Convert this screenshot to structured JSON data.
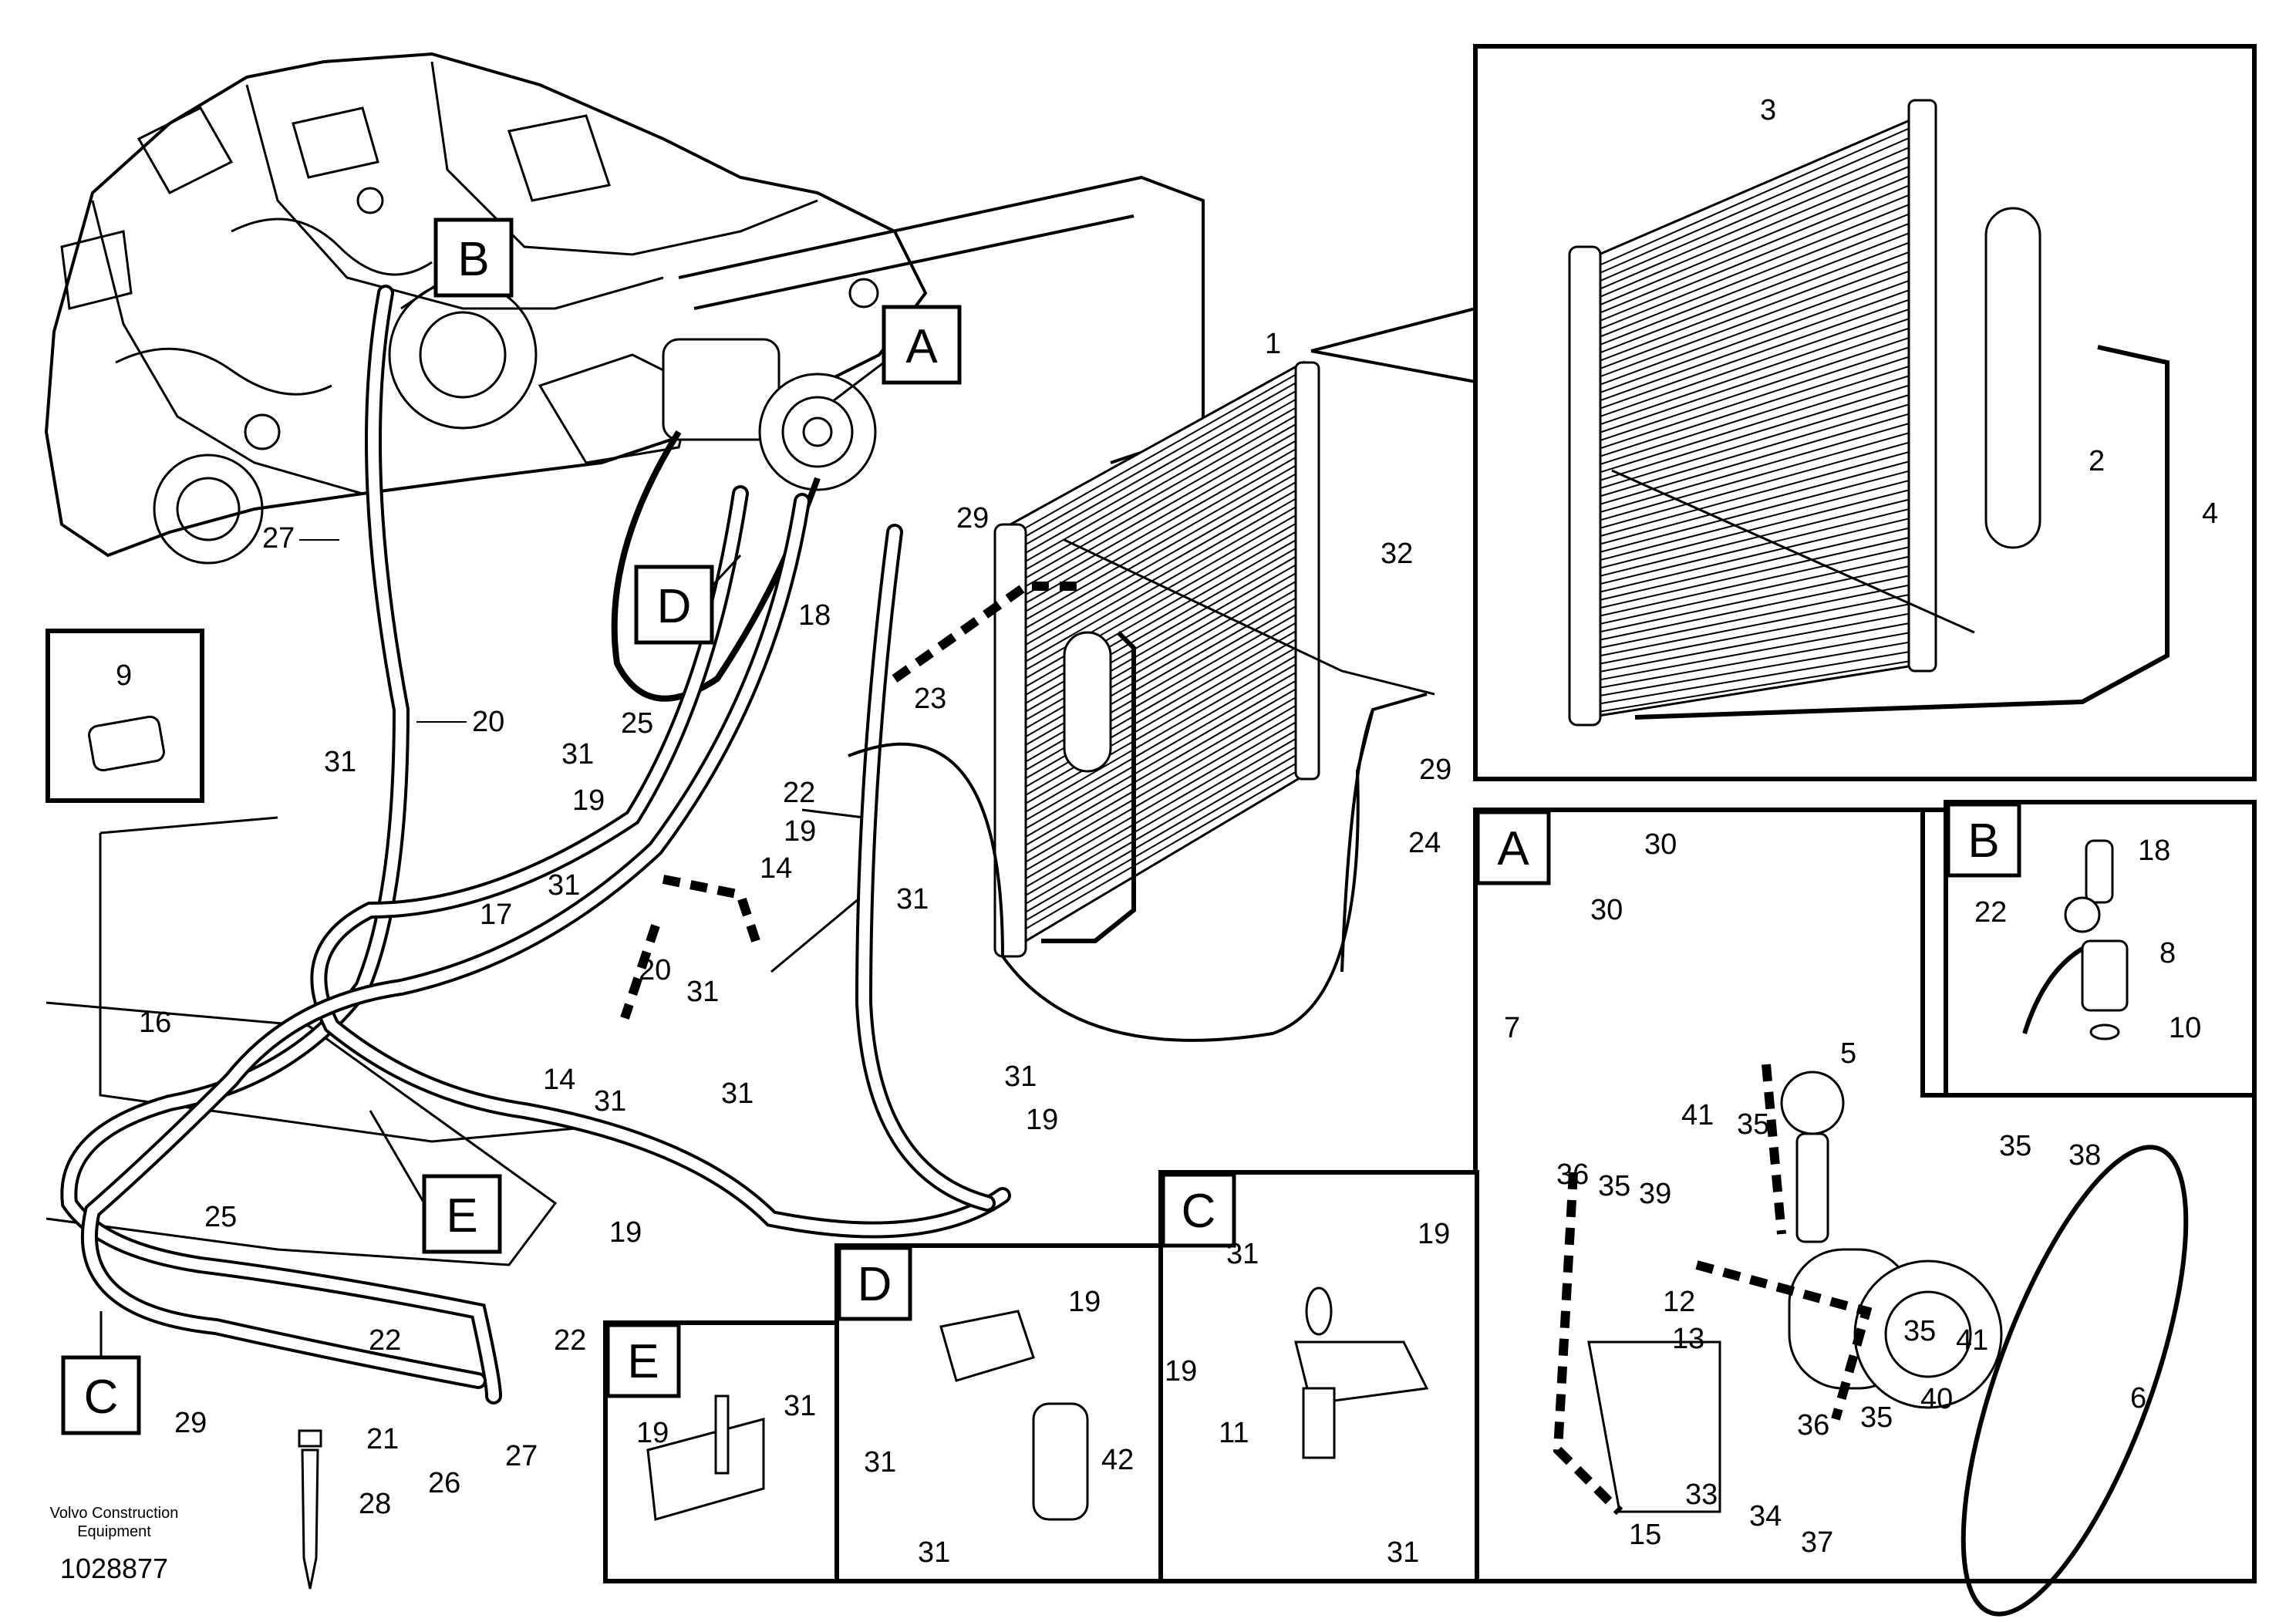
{
  "figure": {
    "brand_line1": "Volvo Construction",
    "brand_line2": "Equipment",
    "drawing_number": "1028877"
  },
  "detail_tags": [
    "A",
    "B",
    "C",
    "D",
    "E"
  ],
  "callouts": {
    "main": [
      "1",
      "27",
      "9",
      "31",
      "20",
      "25",
      "31",
      "19",
      "22",
      "18",
      "29",
      "23",
      "19",
      "31",
      "14",
      "17",
      "31",
      "20",
      "31",
      "14",
      "31",
      "16",
      "31",
      "31",
      "19",
      "19",
      "E",
      "25",
      "22",
      "22",
      "29",
      "21",
      "28",
      "26",
      "27",
      "C",
      "32",
      "24",
      "29"
    ],
    "detail_A": [
      "30",
      "30",
      "7",
      "5",
      "41",
      "35",
      "36",
      "35",
      "39",
      "35",
      "38",
      "12",
      "13",
      "35",
      "41",
      "6",
      "40",
      "36",
      "35",
      "33",
      "34",
      "37",
      "15"
    ],
    "detail_B": [
      "18",
      "22",
      "8",
      "10"
    ],
    "detail_C": [
      "31",
      "19",
      "19",
      "11",
      "31"
    ],
    "detail_D": [
      "19",
      "31",
      "42",
      "31"
    ],
    "detail_E": [
      "31",
      "19"
    ],
    "inset_1": [
      "3",
      "2",
      "4"
    ]
  },
  "colors": {
    "line": "#000000",
    "background": "#ffffff"
  }
}
